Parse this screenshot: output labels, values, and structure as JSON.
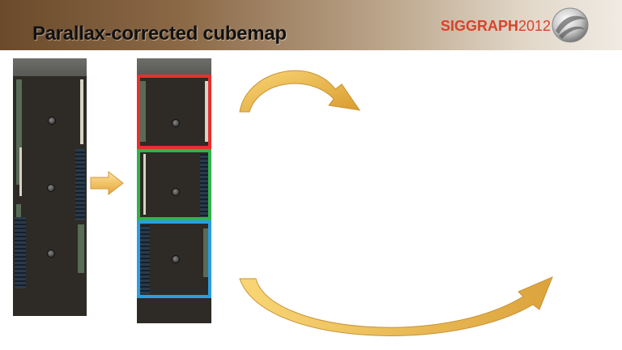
{
  "slide": {
    "title": "Parallax-corrected cubemap"
  },
  "logo": {
    "name": "SIGGRAPH",
    "year": "2012"
  },
  "colors": {
    "arrow": "#f4c25a",
    "frame_red": "#e53030",
    "frame_green": "#2fb44a",
    "frame_blue": "#2a9ee0"
  }
}
